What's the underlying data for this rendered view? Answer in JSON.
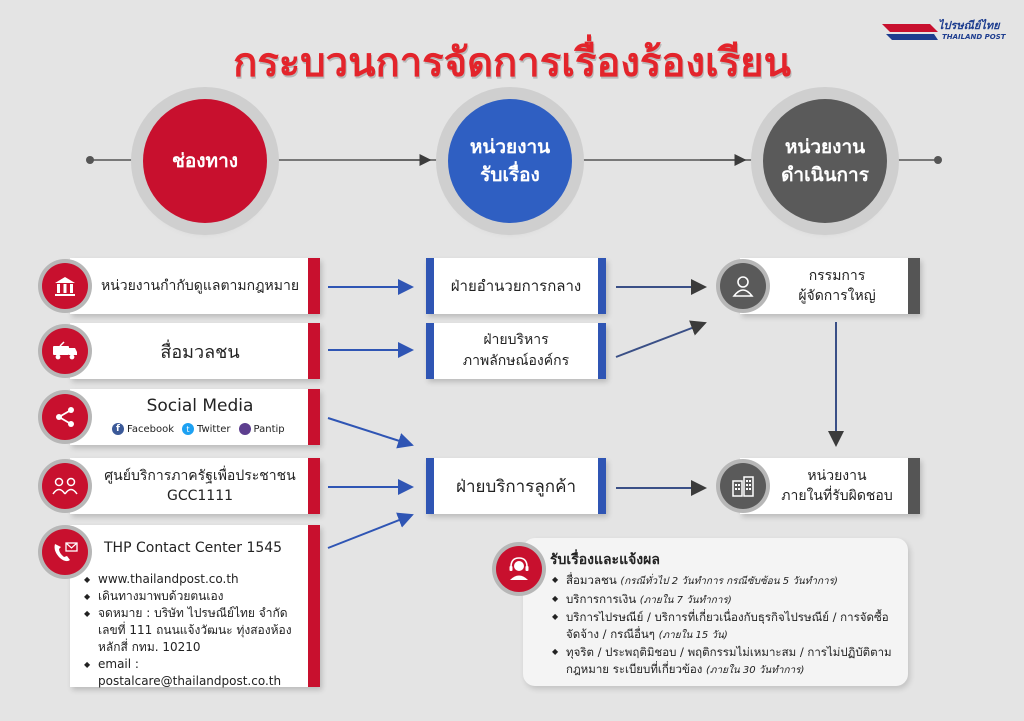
{
  "title": "กระบวนการจัดการเรื่องร้องเรียน",
  "logo": {
    "text": "ไปรษณีย์ไทย",
    "sub": "THAILAND POST"
  },
  "stages": {
    "channel": "ช่องทาง",
    "receiving": "หน่วยงาน\nรับเรื่อง",
    "operating": "หน่วยงาน\nดำเนินการ"
  },
  "channels": {
    "regulator": "หน่วยงานกำกับดูแลตามกฎหมาย",
    "media": "สื่อมวลชน",
    "social": {
      "title": "Social Media",
      "facebook": "Facebook",
      "twitter": "Twitter",
      "pantip": "Pantip"
    },
    "gcc": {
      "line1": "ศูนย์บริการภาครัฐเพื่อประชาชน",
      "line2": "GCC1111"
    },
    "thp": {
      "title": "THP Contact Center 1545",
      "items": [
        "www.thailandpost.co.th",
        "เดินทางมาพบด้วยตนเอง",
        "จดหมาย : บริษัท ไปรษณีย์ไทย จำกัด เลขที่ 111 ถนนแจ้งวัฒนะ ทุ่งสองห้อง หลักสี่ กทม. 10210",
        "email : postalcare@thailandpost.co.th"
      ]
    }
  },
  "receivers": {
    "central": "ฝ่ายอำนวยการกลาง",
    "pr": "ฝ่ายบริหาร\nภาพลักษณ์องค์กร",
    "customer": "ฝ่ายบริการลูกค้า"
  },
  "operators": {
    "director": "กรรมการ\nผู้จัดการใหญ่",
    "internal": "หน่วยงาน\nภายในที่รับผิดชอบ"
  },
  "sla": {
    "title": "รับเรื่องและแจ้งผล",
    "items": [
      {
        "text": "สื่อมวลชน",
        "note": "(กรณีทั่วไป 2 วันทำการ กรณีซับซ้อน 5 วันทำการ)"
      },
      {
        "text": "บริการการเงิน",
        "note": "(ภายใน 7 วันทำการ)"
      },
      {
        "text": "บริการไปรษณีย์ / บริการที่เกี่ยวเนื่องกับธุรกิจไปรษณีย์ / การจัดซื้อจัดจ้าง / กรณีอื่นๆ",
        "note": "(ภายใน 15 วัน)"
      },
      {
        "text": "ทุจริต / ประพฤติมิชอบ / พฤติกรรมไม่เหมาะสม / การไม่ปฏิบัติตามกฎหมาย ระเบียบที่เกี่ยวข้อง",
        "note": "(ภายใน 30 วันทำการ)"
      }
    ]
  },
  "colors": {
    "red": "#c8102e",
    "blue": "#2f55b4",
    "gray": "#555555"
  }
}
